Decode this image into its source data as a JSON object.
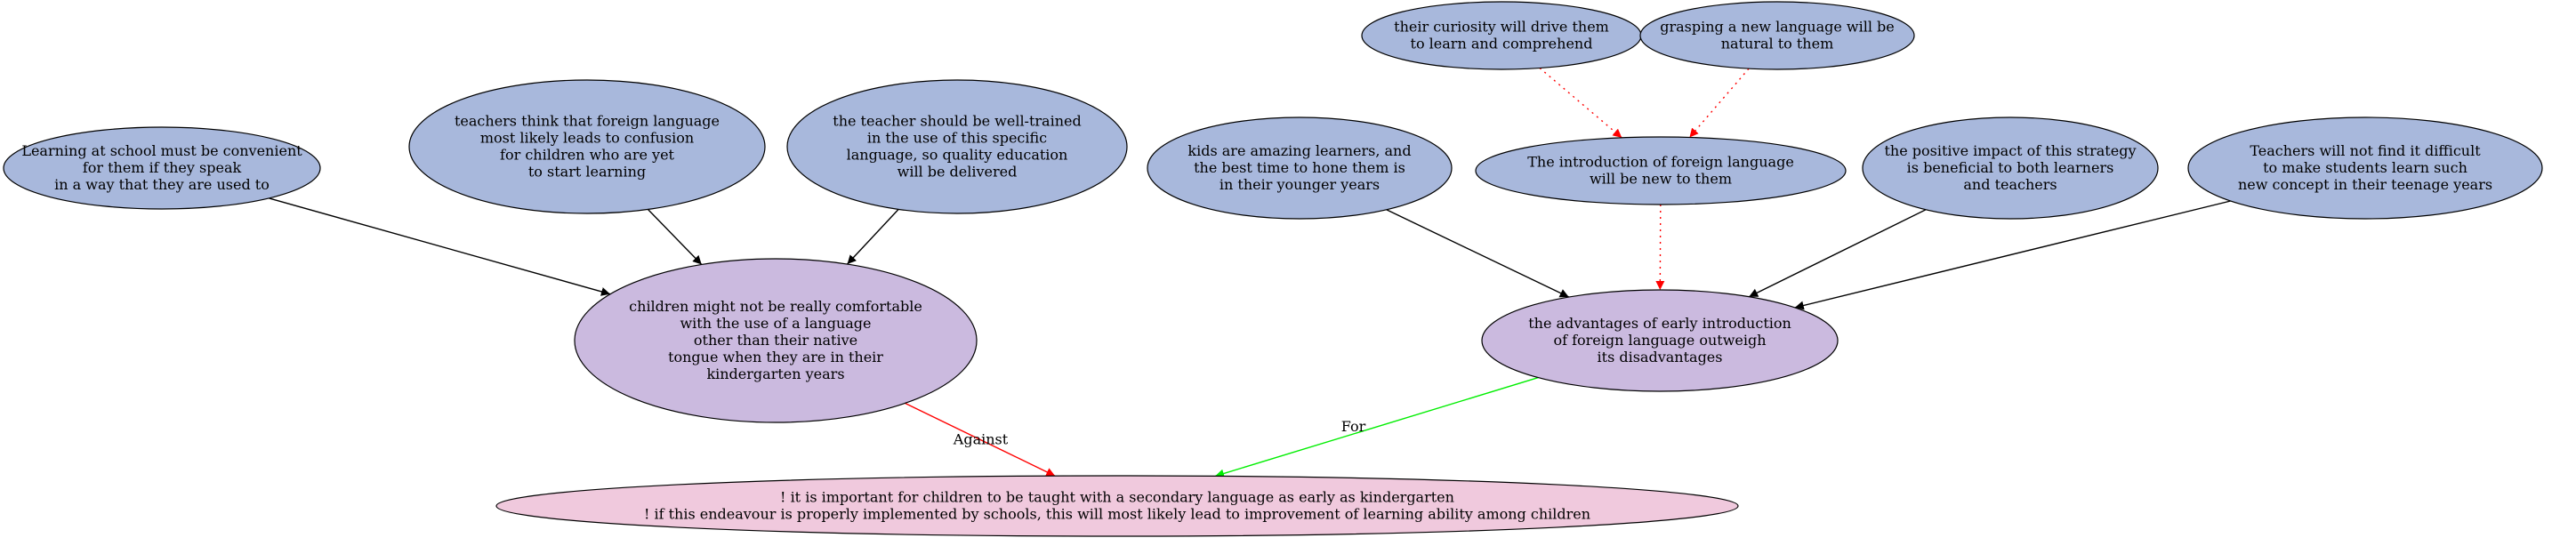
{
  "colors": {
    "premise": "#a8b8dc",
    "intermediate": "#cbbadf",
    "conclusion": "#f0c9dd",
    "support": "#000000",
    "against": "#ff0000",
    "for": "#00ee00",
    "conflict": "#ff0000"
  },
  "nodes": {
    "n1": {
      "kind": "premise",
      "lines": [
        "Learning at school must be convenient",
        "for them if they speak",
        "in a way that they are used to"
      ]
    },
    "n2": {
      "kind": "premise",
      "lines": [
        "teachers think that foreign language",
        "most likely leads to confusion",
        "for children who are yet",
        "to start learning"
      ]
    },
    "n3": {
      "kind": "premise",
      "lines": [
        "the teacher should be well-trained",
        "in the use of this specific",
        "language, so quality education",
        "will be delivered"
      ]
    },
    "n4": {
      "kind": "premise",
      "lines": [
        "kids are amazing learners, and",
        "the best time to hone them is",
        "in their younger years"
      ]
    },
    "n5": {
      "kind": "premise",
      "lines": [
        "their curiosity will drive them",
        "to learn and comprehend"
      ]
    },
    "n6": {
      "kind": "premise",
      "lines": [
        "grasping a new language will be",
        "natural to them"
      ]
    },
    "n7": {
      "kind": "premise",
      "lines": [
        "The introduction of foreign language",
        "will be new to them"
      ]
    },
    "n8": {
      "kind": "premise",
      "lines": [
        "the positive impact of this strategy",
        "is beneficial to both learners",
        "and teachers"
      ]
    },
    "n9": {
      "kind": "premise",
      "lines": [
        "Teachers will not find it difficult",
        "to make students learn such",
        "new concept in their teenage years"
      ]
    },
    "c1": {
      "kind": "intermediate",
      "lines": [
        "children might not be really comfortable",
        "with the use of a language",
        "other than their native",
        "tongue when they are in their",
        "kindergarten years"
      ]
    },
    "c2": {
      "kind": "intermediate",
      "lines": [
        "the advantages of early introduction",
        "of foreign language outweigh",
        "its disadvantages"
      ]
    },
    "root": {
      "kind": "conclusion",
      "lines": [
        "! it is important for children to be taught with a secondary language as early as kindergarten",
        "! if this endeavour is properly implemented by schools, this will most likely lead to improvement of learning ability among children"
      ]
    }
  },
  "edges": [
    {
      "from": "n1",
      "to": "c1",
      "kind": "support",
      "label": ""
    },
    {
      "from": "n2",
      "to": "c1",
      "kind": "support",
      "label": ""
    },
    {
      "from": "n3",
      "to": "c1",
      "kind": "support",
      "label": ""
    },
    {
      "from": "n4",
      "to": "c2",
      "kind": "support",
      "label": ""
    },
    {
      "from": "n5",
      "to": "n7",
      "kind": "conflict",
      "label": ""
    },
    {
      "from": "n6",
      "to": "n7",
      "kind": "conflict",
      "label": ""
    },
    {
      "from": "n7",
      "to": "c2",
      "kind": "conflict",
      "label": ""
    },
    {
      "from": "n8",
      "to": "c2",
      "kind": "support",
      "label": ""
    },
    {
      "from": "n9",
      "to": "c2",
      "kind": "support",
      "label": ""
    },
    {
      "from": "c1",
      "to": "root",
      "kind": "against",
      "label": "Against"
    },
    {
      "from": "c2",
      "to": "root",
      "kind": "for",
      "label": "For"
    }
  ]
}
